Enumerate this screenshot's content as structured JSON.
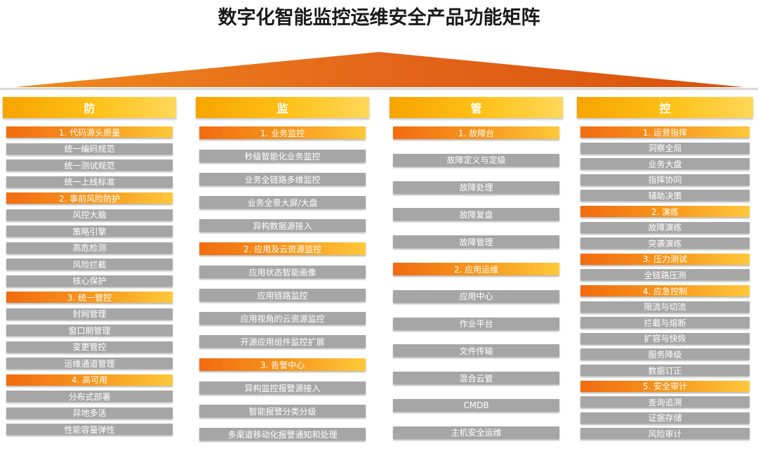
{
  "title": "数字化智能监控运维安全产品功能矩阵",
  "colors": {
    "roof_start": "#f08a1c",
    "roof_end": "#d9530b",
    "header": "#ffc21a",
    "section": "#f79a1e",
    "sub_item": "#a6a6a6"
  },
  "columns": [
    {
      "header": "防",
      "items": [
        {
          "label": "1. 代码源头质量",
          "kind": "section"
        },
        {
          "label": "统一编码规范",
          "kind": "item"
        },
        {
          "label": "统一测试规范",
          "kind": "item"
        },
        {
          "label": "统一上线标准",
          "kind": "item"
        },
        {
          "label": "2. 事前风险防护",
          "kind": "section"
        },
        {
          "label": "风控大脑",
          "kind": "item"
        },
        {
          "label": "策略引擎",
          "kind": "item"
        },
        {
          "label": "高危检测",
          "kind": "item"
        },
        {
          "label": "风险拦截",
          "kind": "item"
        },
        {
          "label": "核心保护",
          "kind": "item"
        },
        {
          "label": "3. 统一管控",
          "kind": "section"
        },
        {
          "label": "封网管理",
          "kind": "item"
        },
        {
          "label": "窗口期管理",
          "kind": "item"
        },
        {
          "label": "变更管控",
          "kind": "item"
        },
        {
          "label": "运维通道管理",
          "kind": "item"
        },
        {
          "label": "4. 高可用",
          "kind": "section"
        },
        {
          "label": "分布式部署",
          "kind": "item"
        },
        {
          "label": "异地多活",
          "kind": "item"
        },
        {
          "label": "性能容量弹性",
          "kind": "item"
        }
      ]
    },
    {
      "header": "监",
      "items": [
        {
          "label": "1. 业务监控",
          "kind": "section"
        },
        {
          "label": "秒级智能化业务监控",
          "kind": "item"
        },
        {
          "label": "业务全链路多维监控",
          "kind": "item"
        },
        {
          "label": "业务全景大屏/大盘",
          "kind": "item"
        },
        {
          "label": "异构数据源接入",
          "kind": "item"
        },
        {
          "label": "2. 应用及云资源监控",
          "kind": "section"
        },
        {
          "label": "应用状态智能画像",
          "kind": "item"
        },
        {
          "label": "应用链路监控",
          "kind": "item"
        },
        {
          "label": "应用视角的云资源监控",
          "kind": "item"
        },
        {
          "label": "开源应用组件监控扩展",
          "kind": "item"
        },
        {
          "label": "3. 告警中心",
          "kind": "section"
        },
        {
          "label": "异构监控报警源接入",
          "kind": "item"
        },
        {
          "label": "智能报警分类分级",
          "kind": "item"
        },
        {
          "label": "多渠道移动化报警通知和处理",
          "kind": "item"
        }
      ]
    },
    {
      "header": "管",
      "items": [
        {
          "label": "1. 故障台",
          "kind": "section"
        },
        {
          "label": "故障定义与定级",
          "kind": "item"
        },
        {
          "label": "故障处理",
          "kind": "item"
        },
        {
          "label": "故障复盘",
          "kind": "item"
        },
        {
          "label": "故障管理",
          "kind": "item"
        },
        {
          "label": "2. 应用运维",
          "kind": "section"
        },
        {
          "label": "应用中心",
          "kind": "item"
        },
        {
          "label": "作业平台",
          "kind": "item"
        },
        {
          "label": "文件传输",
          "kind": "item"
        },
        {
          "label": "混合云管",
          "kind": "item"
        },
        {
          "label": "CMDB",
          "kind": "item"
        },
        {
          "label": "主机安全运维",
          "kind": "item"
        }
      ]
    },
    {
      "header": "控",
      "items": [
        {
          "label": "1. 运营指挥",
          "kind": "section"
        },
        {
          "label": "洞察全局",
          "kind": "item"
        },
        {
          "label": "业务大盘",
          "kind": "item"
        },
        {
          "label": "指挥协同",
          "kind": "item"
        },
        {
          "label": "辅助决策",
          "kind": "item"
        },
        {
          "label": "2. 演练",
          "kind": "section"
        },
        {
          "label": "故障演练",
          "kind": "item"
        },
        {
          "label": "突袭演练",
          "kind": "item"
        },
        {
          "label": "3. 压力测试",
          "kind": "section"
        },
        {
          "label": "全链路压测",
          "kind": "item"
        },
        {
          "label": "4. 应急控制",
          "kind": "section"
        },
        {
          "label": "限流与切流",
          "kind": "item"
        },
        {
          "label": "拦截与熔断",
          "kind": "item"
        },
        {
          "label": "扩容与快恢",
          "kind": "item"
        },
        {
          "label": "服务降级",
          "kind": "item"
        },
        {
          "label": "数据订正",
          "kind": "item"
        },
        {
          "label": "5. 安全审计",
          "kind": "section"
        },
        {
          "label": "查询追溯",
          "kind": "item"
        },
        {
          "label": "证据存储",
          "kind": "item"
        },
        {
          "label": "风险审计",
          "kind": "item"
        }
      ]
    }
  ]
}
